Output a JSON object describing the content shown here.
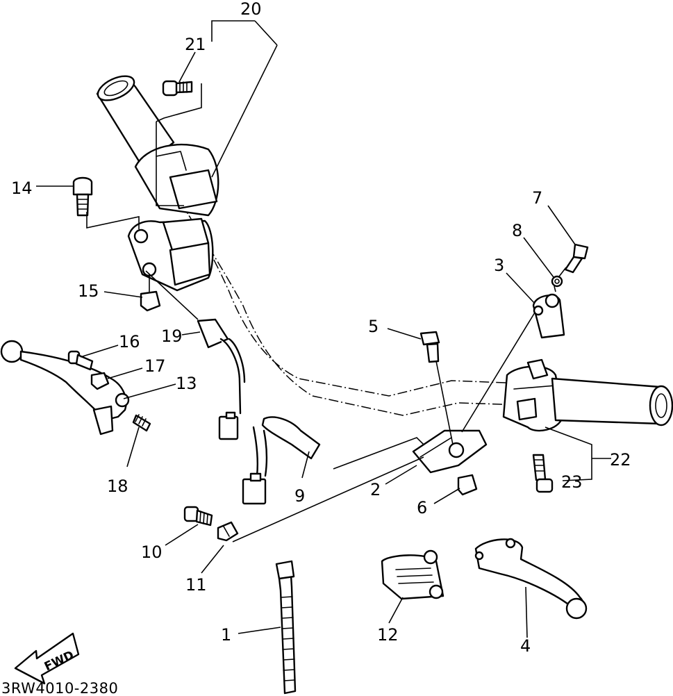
{
  "diagram": {
    "drawing_code": "3RW4010-2380",
    "direction_marker": "FWD",
    "callouts": [
      "1",
      "2",
      "3",
      "4",
      "5",
      "6",
      "7",
      "8",
      "9",
      "10",
      "11",
      "12",
      "13",
      "14",
      "15",
      "16",
      "17",
      "18",
      "19",
      "20",
      "21",
      "22",
      "23"
    ]
  }
}
